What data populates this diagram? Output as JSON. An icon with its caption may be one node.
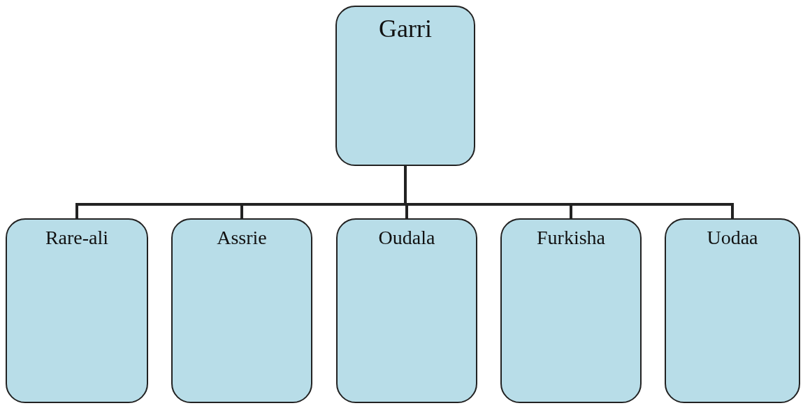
{
  "diagram": {
    "nodes": [
      {
        "text": [
          "Garri"
        ]
      },
      {
        "text": [
          "Rare-ali"
        ]
      },
      {
        "text": [
          "Assrie"
        ]
      },
      {
        "text": [
          "Oudala"
        ]
      },
      {
        "text": [
          "Furkisha"
        ]
      },
      {
        "text": [
          "Uodaa"
        ]
      }
    ],
    "edges": [
      {
        "from": 0,
        "to": 1,
        "arrow": "none"
      },
      {
        "from": 0,
        "to": 2,
        "arrow": "none"
      },
      {
        "from": 0,
        "to": 3,
        "arrow": "none"
      },
      {
        "from": 0,
        "to": 4,
        "arrow": "none"
      },
      {
        "from": 0,
        "to": 5,
        "arrow": "none"
      }
    ]
  }
}
